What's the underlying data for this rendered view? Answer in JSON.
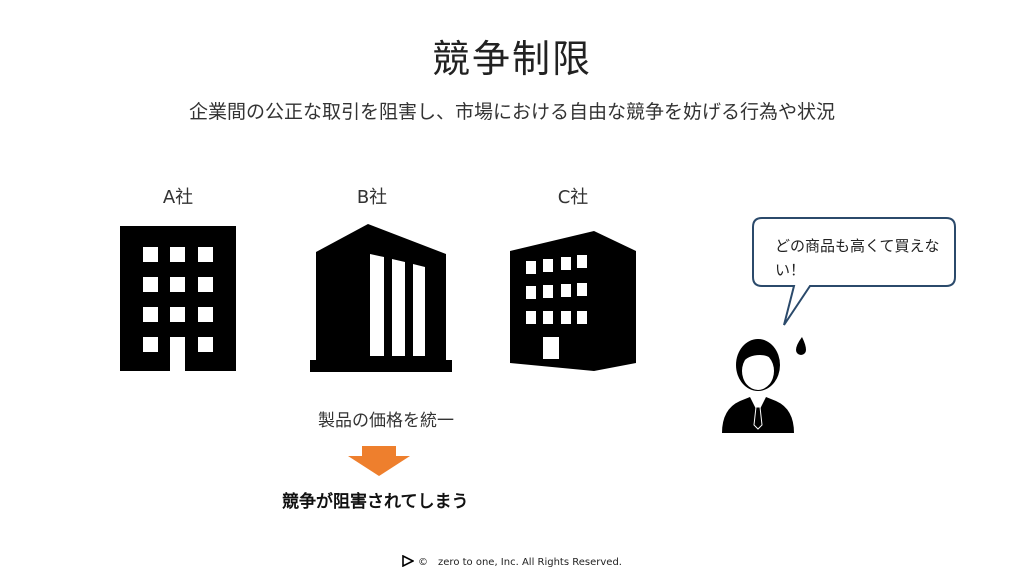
{
  "slide": {
    "title": "競争制限",
    "subtitle": "企業間の公正な取引を阻害し、市場における自由な競争を妨げる行為や状況"
  },
  "companies": [
    {
      "label": "A社",
      "icon": "office-building-icon"
    },
    {
      "label": "B社",
      "icon": "warehouse-building-icon"
    },
    {
      "label": "C社",
      "icon": "apartment-building-icon"
    }
  ],
  "flow": {
    "caption": "製品の価格を統一",
    "result": "競争が阻害されてしまう",
    "arrow_color": "#EE7F2D"
  },
  "customer": {
    "speech": "どの商品も高くて買えない！",
    "icon": "worried-person-icon"
  },
  "footer": {
    "copyright": "©　zero to one, Inc. All Rights Reserved."
  }
}
